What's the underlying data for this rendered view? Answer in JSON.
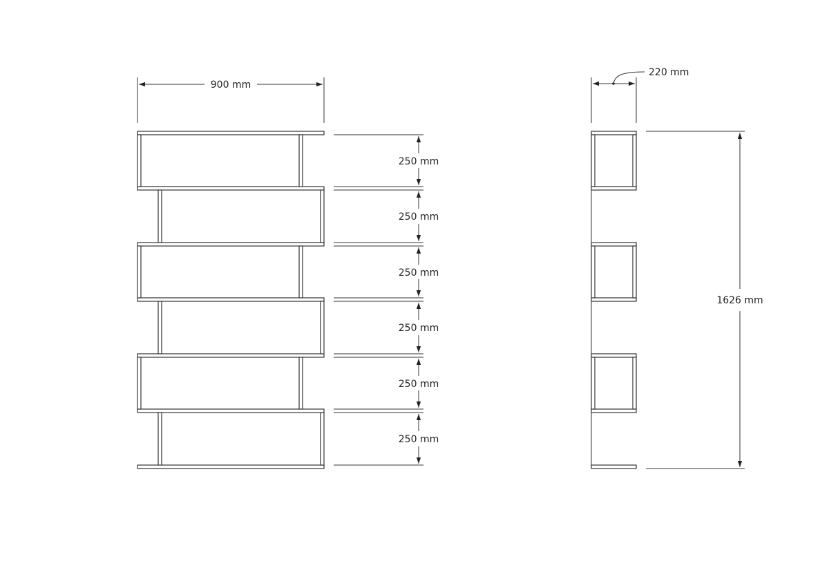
{
  "front_view": {
    "width_label": "900 mm",
    "shelf_gap_labels": [
      "250 mm",
      "250 mm",
      "250 mm",
      "250 mm",
      "250 mm",
      "250 mm"
    ]
  },
  "side_view": {
    "depth_label": "220 mm",
    "height_label": "1626 mm"
  }
}
